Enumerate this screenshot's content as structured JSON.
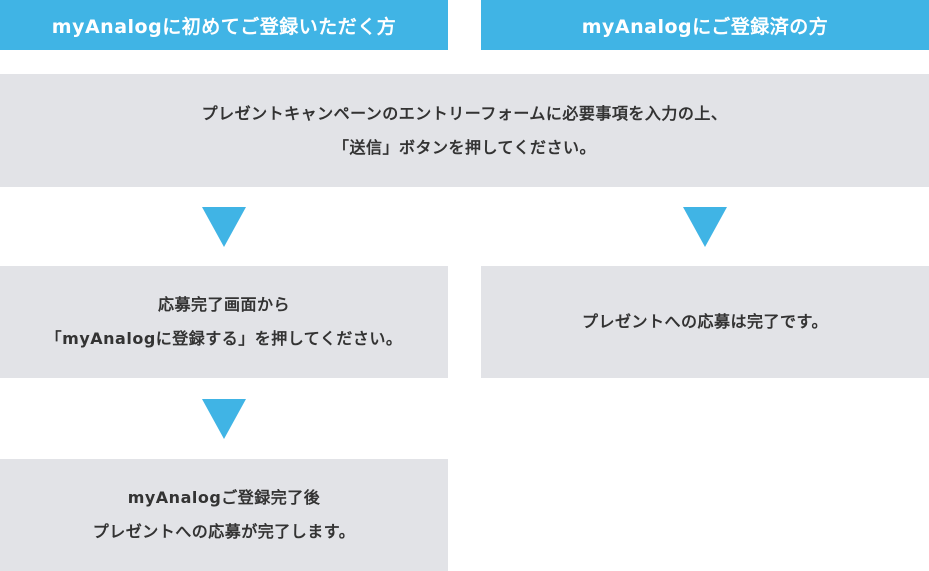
{
  "headers": {
    "new_user": "myAnalogに初めてご登録いただく方",
    "registered_user": "myAnalogにご登録済の方"
  },
  "steps": {
    "common": {
      "line1": "プレゼントキャンペーンのエントリーフォームに必要事項を入力の上、",
      "line2": "「送信」ボタンを押してください。"
    },
    "new_user_step2": {
      "line1": "応募完了画面から",
      "line2": "「myAnalogに登録する」を押してください。"
    },
    "registered_user_step2": {
      "line1": "プレゼントへの応募は完了です。"
    },
    "new_user_step3": {
      "line1": "myAnalogご登録完了後",
      "line2": "プレゼントへの応募が完了します。"
    }
  },
  "colors": {
    "accent": "#40b4e5",
    "box_background": "#e2e3e7",
    "text": "#333333"
  },
  "icons": [
    "down-arrow-icon",
    "down-arrow-icon",
    "down-arrow-icon"
  ]
}
